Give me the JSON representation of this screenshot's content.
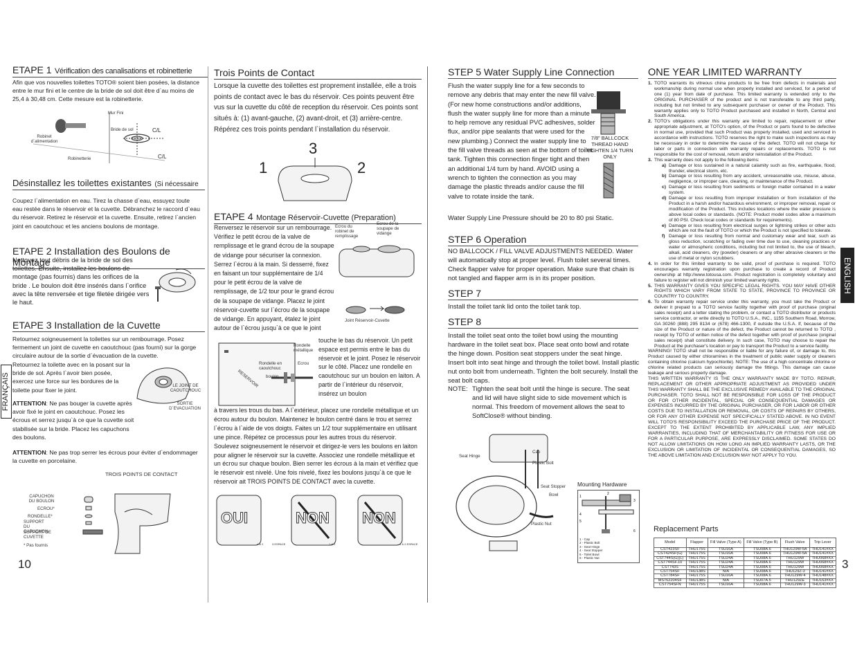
{
  "pages": {
    "left": "10",
    "right": "3"
  },
  "side_tabs": {
    "left": "FRANÇAIS",
    "right": "ENGLISH"
  },
  "col1": {
    "etape1_title": "ETAPE 1",
    "etape1_subtitle": "Vérification des canalisations et robinetterie",
    "etape1_text": "Afin que vos nouvelles toilettes TOTO® soient bien posées, la distance entre le mur fini et le centre de la bride de sol doit être d`au moins de 25,4 à 30,48 cm. Cette mesure est la robinetterie.",
    "fig1": {
      "mur_fini": "Mur Fini",
      "robinet": "Robinet d`alimentation",
      "bride": "Bride de sol",
      "cl1": "C/L",
      "cl2": "C/L",
      "robinetterie": "Robinetterie"
    },
    "desinstallez_title": "Désinstallez les toilettes existantes",
    "desinstallez_note": "(Si nécessaire",
    "desinstallez_text": "Coupez l`alimentation en eau. Tirez la chasse d`eau, essuyez toute eau restée dans le réservoir et la cuvette. Débranchez le raccord d`eau du réservoir. Retirez le réservoir et la cuvette. Ensuite, retirez l`ancien joint en caoutchouc et les anciens boulons de montage.",
    "etape2_title": "ETAPE 2 Installation des Boulons de Montage",
    "etape2_text": "Nettoyez tout débris de la bride de sol des toilettes. Ensuite, installez les boulons de montage (pas fournis) dans les orifices de la bride . Le boulon doit être insérés dans l`orifice avec la tête renversée et tige filetée dirigée vers le haut.",
    "etape3_title": "ETAPE 3 Installation de la Cuvette",
    "etape3_text1": "Retournez soigneusement la toilettes sur un rembourrage. Posez fermement un joint de cuvette en caoutchouc (pas fourni) sur la gorge circulaire autour de la sortie d`évacuation de la cuvette.",
    "etape3_text2": "Retournez la toilette avec en la posant sur la bride de sol. Après l`avoir bien posée, exercez une force sur les bordures de la toilette pour fixer le joint.",
    "fig3": {
      "joint": "LE JOINT DE CAOUTCHOUC",
      "sortie": "SORTIE D`EVACUATION"
    },
    "attention1_label": "ATTENTION",
    "attention1_text": ": Ne pas bouger la cuvette après avoir fixé le joint en caoutchouc. Posez les écrous et serrez jusqu`à ce que la cuvette soit stabilisée sur la bride. Placez les capuchons des boulons.",
    "attention2_label": "ATTENTION",
    "attention2_text": ": Ne pas trop serrer les écrous pour éviter d`endommager la cuvette en porcelaine.",
    "fig4": {
      "title": "TROIS POINTS DE CONTACT",
      "capuchon": "CAPUCHON DU BOULON",
      "ecrou": "ECROU*",
      "rondelle": "RONDELLE*",
      "support_cap": "SUPPORT DU CAPUCHON",
      "support_cuv": "SUPPORT DE CUVETTE",
      "pas_fournis": "* Pas fournis"
    }
  },
  "col2": {
    "trois_title": "Trois Points de Contact",
    "trois_text": "Lorsque la cuvette des toilettes est proprement installée, elle a trois points de contact avec le bas du réservoir. Ces points peuvent être vus sur la cuvette du côté de reception du réservoir. Ces points sont situés à: (1) avant-gauche, (2) avant-droit, et (3) arrière-centre. Répérez ces trois points pendant l`installation du réservoir.",
    "fig_points": {
      "p1": "1",
      "p2": "2",
      "p3": "3"
    },
    "etape4_title": "ETAPE 4",
    "etape4_subtitle": "Montage Réservoir-Cuvette (Preparation)",
    "etape4_text1": "Renversez le réservoir sur un rembourrage. Vérifiez le petit écrou de la valve de remplissage et le grand écrou de la soupape de vidange pour sécuriser la connexion. Serrez l`écrou à la main. Si desserré, fixez en faisant un tour supplémentaire de 1/4 pour le petit écrou de la valve de remplissage, de 1/2 tour pour le grand écrou de la soupape de vidange. Placez le joint réservoir-cuvette sur l`écrou de la soupape de vidange. En appuyant, étalez le joint autour de l`écrou jusqu`à ce que le joint",
    "fig_tank": {
      "ecrou_robinet": "Ecrou du robinet de remplissage",
      "ecrou_soupape": "Ecrou de la soupape de vidange",
      "joint": "Joint Réservoir-Cuvette"
    },
    "etape4_text2": "touche le bas du réservoir. Un petit espace est permis entre le bas du réservoir et le joint. Posez le réservoir sur le côté. Placez une rondelle en caoutchouc sur un boulon en laiton. A partir de l`intérieur du réservoir, insérez un boulon",
    "fig_bolt": {
      "rondelle_met": "Rondelle métallique",
      "rondelle_cao": "Rondelle en caoutchouc",
      "ecrou": "Ecrou",
      "boulon": "boulon",
      "side": "RESERVOIR"
    },
    "etape4_text3": "à travers les trous du bas. A l`extérieur, placez une rondelle métallique et un écrou autour du boulon. Maintenez le boulon centré dans le trou et serrez l`écrou à l`aide de vos doigts. Faites un 1/2 tour supplémentaire en utilisant une pince. Répétez ce processus pour les autres trous du réservoir. Soulevez soigneusement le réservoir et dirigez-le vers les boulons en laiton pour aligner le réservoir sur la cuvette. Associez une rondelle métallique et un écrou sur chaque boulon. Bien serrer les écrous à la main et vérifiez que le réservoir est nivelé. Une fois nivelé, fixez les boulons jusqu`à ce que le réservoir ait TROIS POINTS DE CONTACT avec la cuvette.",
    "fig_oui": {
      "oui": "OUI",
      "non1": "NON",
      "non2": "NON",
      "gap": "1 & 2",
      "espace": "1 & 2 ESPACE",
      "espace2": "3 ESPACE"
    }
  },
  "col3": {
    "step5_title": "STEP 5 Water Supply Line Connection",
    "step5_text": "Flush the water supply line for a few seconds to remove any debris that may enter the new fill valve. (For new home constructions and/or additions, flush the water supply line for more than a minute to help remove any residual PVC adhesives, solder flux, and/or pipe sealants that were used for the new plumbing.) Connect the water supply line to the fill valve threads as seen at the bottom of toilet tank. Tighten this connection finger tight and then an additional 1/4 turn by hand. AVOID using a wrench to tighten the connection as you may damage the plastic threads and/or cause the fill valve to rotate inside the tank.",
    "ballcock_label": "7/8\" BALLCOCK THREAD HAND TIGHTEN 1/4 TURN ONLY",
    "step5_pressure": "Water Supply Line Pressure should be 20 to 80 psi Static.",
    "step6_title": "STEP 6 Operation",
    "step6_text": "NO BALLCOCK / FILL VALVE ADJUSTMENTS NEEDED. Water will automatically stop at proper level. Flush toilet several times. Check flapper valve for proper operation. Make sure that chain is not tangled and flapper arm is in its proper position.",
    "step7_title": "STEP 7",
    "step7_text": "Install the toilet tank lid onto the toilet tank top.",
    "step8_title": "STEP 8",
    "step8_text": "Install the toilet seat onto the toilet bowl using the mounting hardware in the toilet seat box. Place seat onto bowl and rotate the hinge down. Position seat stoppers under the seat hinge. Insert bolt into seat hinge and through the toilet bowl. Install plastic nut onto bolt from underneath. Tighten the bolt securely. Install the seat bolt caps.",
    "note_label": "NOTE:",
    "note_text": "Tighten the seat bolt until the hinge is secure. The seat and lid will have slight side to side movement which is normal. This freedom of movement allows the seat to SoftClose® without binding.",
    "fig_seat": {
      "seat_hinge": "Seat Hinge",
      "cap": "Cap",
      "plastic_bolt": "Plastic Bolt",
      "seat_stopper": "Seat Stopper",
      "bowl": "Bowl",
      "plastic_nut": "Plastic Nut"
    },
    "mounting_title": "Mounting Hardware",
    "mounting_legend": [
      "1 - Cap",
      "2 - Plastic Bolt",
      "3 - Seat Hinge",
      "4 - Seat Stopper",
      "5 - Toilet Bowl",
      "6 - Plastic Nut"
    ]
  },
  "col4": {
    "warranty_title": "ONE YEAR LIMITED WARRANTY",
    "items": [
      {
        "n": "1.",
        "t": "TOTO warrants its vitreous china products to be free from defects in materials and workmanship during normal use when properly installed and serviced, for a period of one (1) year from date of purchase. This limited warranty is extended only to the ORIGINAL PURCHASER of the product and is not transferable to any third party, including but not limited to any subsequent purchaser or owner of the Product. This warranty applies only to TOTO Product purchased and installed in North, Central and South America."
      },
      {
        "n": "2.",
        "t": "TOTO's obligations under this warranty are limited to repair, replacement or other appropriate adjustment, at TOTO's option, of the Product or parts found to be defective in normal use, provided that such Product was properly installed, used and serviced in accordance with instructions. TOTO reserves the right to make such inspections as may be necessary in order to determine the cause of the defect. TOTO will not charge for labor or parts in connection with warranty repairs or replacements. TOTO is not responsible for the cost of removal, return and/or reinstallation of the Product."
      },
      {
        "n": "3.",
        "t": "This warranty does not apply to the following items:"
      }
    ],
    "sub_items": [
      {
        "n": "a)",
        "t": "Damage or loss sustained in a natural calamity such as fire, earthquake, flood, thunder, electrical storm, etc."
      },
      {
        "n": "b)",
        "t": "Damage or loss resulting from any accident, unreasonable use, misuse, abuse, negligence, or improper care, cleaning, or maintenance of the Product."
      },
      {
        "n": "c)",
        "t": "Damage or loss resulting from sediments or foreign matter contained in a water system."
      },
      {
        "n": "d)",
        "t": "Damage or loss resulting from improper installation or from installation of the Product in a harsh and/or hazardous environment, or improper removal, repair or modification of the Product. This includes locations where the water pressure is above local codes or standards. (NOTE: Product model codes allow a maximum of 80 PSI. Check local codes or standards for requirements)."
      },
      {
        "n": "e)",
        "t": "Damage or loss resulting from electrical surges or lightning strikes or other acts which are not the fault of TOTO or which the Product is not specified to tolerate."
      },
      {
        "n": "f)",
        "t": "Damage or loss resulting from normal and customary wear and tear, such as gloss reduction, scratching or fading over time due to use, cleaning practices or water or atmospheric conditions, including but not limited to, the use of bleach, alkali, acid cleaners, dry (powder) cleaners or any other abrasive cleaners or the use of metal or nylon scrubbers."
      }
    ],
    "items2": [
      {
        "n": "4.",
        "t": "In order for this limited warranty to be valid, proof of purchase is required. TOTO encourages warranty registration upon purchase to create a record of Product ownership at http://www.totousa.com. Product registration is completely voluntary and failure to register will not diminish your limited warranty rights."
      },
      {
        "n": "5.",
        "t": "THIS WARRANTY GIVES YOU SPECIFIC LEGAL RIGHTS. YOU MAY HAVE OTHER RIGHTS WHICH VARY FROM STATE TO STATE, PROVINCE TO PROVINCE OR COUNTRY TO COUNTRY."
      },
      {
        "n": "6.",
        "t": "To obtain warranty repair service under this warranty, you must take the Product or deliver it prepaid to a TOTO service facility together with proof of purchase (original sales receipt) and a letter stating the problem, or contact a TOTO distributor or products service contractor, or write directly to TOTO U.S.A., INC., 1155 Southern Road, Morrow, GA 30260 (888) 295 8134 or (678) 466-1300, if outside the U.S.A. If, because of the size of the Product or nature of the defect, the Product cannot be returned to TOTO , receipt by TOTO of written notice of the defect together with proof of purchase (original sales receipt) shall constitute delivery. In such case, TOTO may choose to repair the Product at the purchaser's location or pay to transport the Product to a service facility."
      }
    ],
    "warning": "WARNING! TOTO shall not be responsible or liable for any failure of, or damage to, this Product caused by either chloramines in the treatment of public water supply or cleaners containing chlorine (calcium hypochlorite). NOTE: The use of a high concentrate chlorine or chlorine related products can seriously damage the fittings. This damage can cause leakage and serious property damage.",
    "disclaimer": "THIS WRITTEN WARRANTY IS THE ONLY WARRANTY MADE BY TOTO. REPAIR, REPLACEMENT OR OTHER APPROPRIATE ADJUSTMENT AS PROVIDED UNDER THIS WARRANTY SHALL BE THE EXCLUSIVE REMEDY AVAILABLE TO THE ORIGINAL PURCHASER. TOTO SHALL NOT BE RESPONSIBLE FOR LOSS OF THE PRODUCT OR FOR OTHER INCIDENTAL, SPECIAL OR CONSEQUENTIAL DAMAGES OR EXPENSES INCURRED BY THE ORIGINAL PURCHASER, OR FOR LABOR OR OTHER COSTS DUE TO INSTALLATION OR REMOVAL, OR COSTS OF REPAIRS BY OTHERS, OR FOR ANY OTHER EXPENSE NOT SPECIFICALLY STATED ABOVE. IN NO EVENT WILL TOTO'S RESPONSIBILITY EXCEED THE PURCHASE PRICE OF THE PRODUCT. EXCEPT TO THE EXTENT PROHIBITED BY APPLICABLE LAW, ANY IMPLIED WARRANTIES, INCLUDING THAT OF MERCHANTABILITY OR FITNESS FOR USE OR FOR A PARTICULAR PURPOSE, ARE EXPRESSLY DISCLAIMED. SOME STATES DO NOT ALLOW LIMITATIONS ON HOW LONG AN IMPLIED WARRANTY LASTS, OR THE EXCLUSION OR LIMITATION OF INCIDENTAL OR CONSEQUENTIAL DAMAGES, SO THE ABOVE LIMITATION AND EXCLUSION MAY NOT APPLY TO YOU.",
    "replacement_title": "Replacement Parts",
    "table_headers": [
      "Model",
      "Flapper",
      "Fill Valve (Type A)",
      "Fill Valve (Type B)",
      "Flush Valve",
      "Trip Lever"
    ],
    "table_rows": [
      [
        "CST423SF",
        "THU175S",
        "TSU16A",
        "TSU08A.6",
        "THU129W-5A",
        "THU141#XX"
      ],
      [
        "CST424SF(G)",
        "THU175S",
        "TSU16A",
        "TSU08A.6",
        "THU129W-5A",
        "THU141#XX"
      ],
      [
        "CST744S(G)(L)",
        "THU175S",
        "TSU24A",
        "TSU08A.6",
        "THU129W",
        "THU068#XX"
      ],
      [
        "CST744SF.10",
        "THU175S",
        "TSU24A",
        "TSU08A.6",
        "THU129W",
        "THU068#XX"
      ],
      [
        "CST743S",
        "THU175S",
        "TSU24A",
        "TSU08A.6",
        "THU129W",
        "THU068#XX"
      ],
      [
        "CST754SF",
        "THU138S",
        "N/A",
        "TSU08A.6",
        "THU129Z-3",
        "THU141#XX"
      ],
      [
        "CST784SF",
        "THU175S",
        "TSU16A",
        "TSU08A.6",
        "THU129W-4",
        "THU148#XX"
      ],
      [
        "MS762204SF",
        "THU138S",
        "N/A",
        "TSU07A.5",
        "THU129ZE",
        "THU163#XX"
      ],
      [
        "CST754SFN",
        "THU175S",
        "TSU16A",
        "TSU08A.6",
        "THU129W-3",
        "THU141#XX"
      ]
    ]
  }
}
